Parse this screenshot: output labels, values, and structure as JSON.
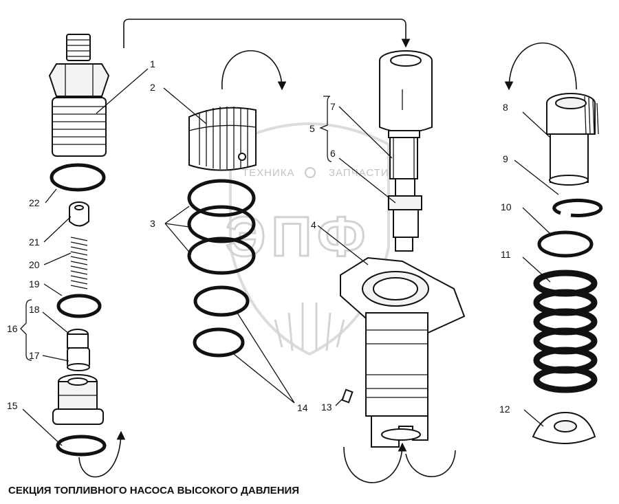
{
  "caption": "СЕКЦИЯ ТОПЛИВНОГО НАСОСА ВЫСОКОГО ДАВЛЕНИЯ",
  "watermark": {
    "brand_left": "ТЕХНИКА",
    "brand_right": "ЗАПЧАСТИ",
    "logo_letters": "ЭПФ"
  },
  "callouts": {
    "c1": "1",
    "c2": "2",
    "c3": "3",
    "c4": "4",
    "c5": "5",
    "c6": "6",
    "c7": "7",
    "c8": "8",
    "c9": "9",
    "c10": "10",
    "c11": "11",
    "c12": "12",
    "c13": "13",
    "c14": "14",
    "c15": "15",
    "c16": "16",
    "c17": "17",
    "c18": "18",
    "c19": "19",
    "c20": "20",
    "c21": "21",
    "c22": "22"
  }
}
